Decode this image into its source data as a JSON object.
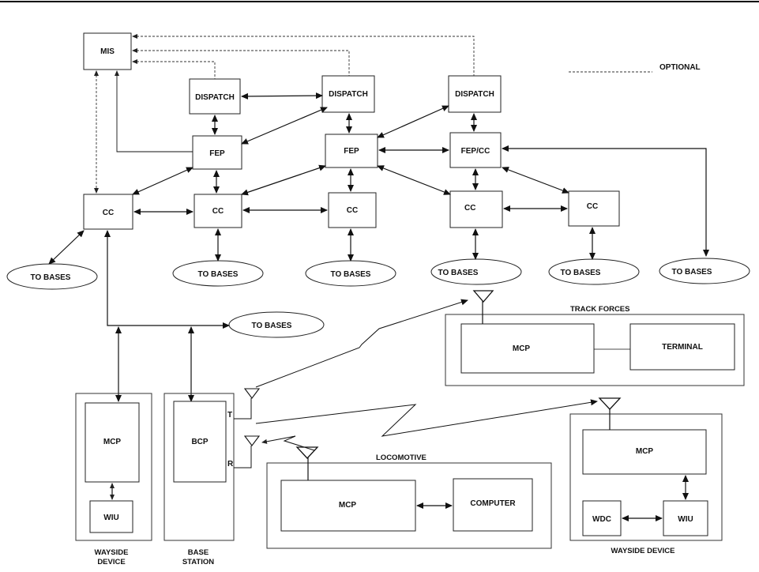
{
  "legend": {
    "optional_label": "OPTIONAL"
  },
  "nodes": {
    "mis": "MIS",
    "dispatch_1": "DISPATCH",
    "dispatch_2": "DISPATCH",
    "dispatch_3": "DISPATCH",
    "fep_1": "FEP",
    "fep_2": "FEP",
    "fep_cc": "FEP/CC",
    "cc_1": "CC",
    "cc_2": "CC",
    "cc_3": "CC",
    "cc_4": "CC",
    "cc_5": "CC",
    "to_bases_1": "TO BASES",
    "to_bases_2": "TO BASES",
    "to_bases_3": "TO BASES",
    "to_bases_4": "TO BASES",
    "to_bases_5": "TO BASES",
    "to_bases_6": "TO BASES",
    "to_bases_7": "TO BASES",
    "track_forces_mcp": "MCP",
    "track_forces_terminal": "TERMINAL",
    "wayside_left_mcp": "MCP",
    "wayside_left_wiu": "WIU",
    "base_station_bcp": "BCP",
    "loco_mcp": "MCP",
    "loco_computer": "COMPUTER",
    "wayside_right_mcp": "MCP",
    "wayside_right_wdc": "WDC",
    "wayside_right_wiu": "WIU",
    "port_t": "T",
    "port_r": "R"
  },
  "groups": {
    "track_forces": "TRACK FORCES",
    "locomotive": "LOCOMOTIVE",
    "wayside_device_left_1": "WAYSIDE",
    "wayside_device_left_2": "DEVICE",
    "base_station_1": "BASE",
    "base_station_2": "STATION",
    "wayside_device_right": "WAYSIDE DEVICE"
  },
  "colors": {
    "line": "#111111",
    "box_fill": "#ffffff",
    "background": "#ffffff"
  }
}
